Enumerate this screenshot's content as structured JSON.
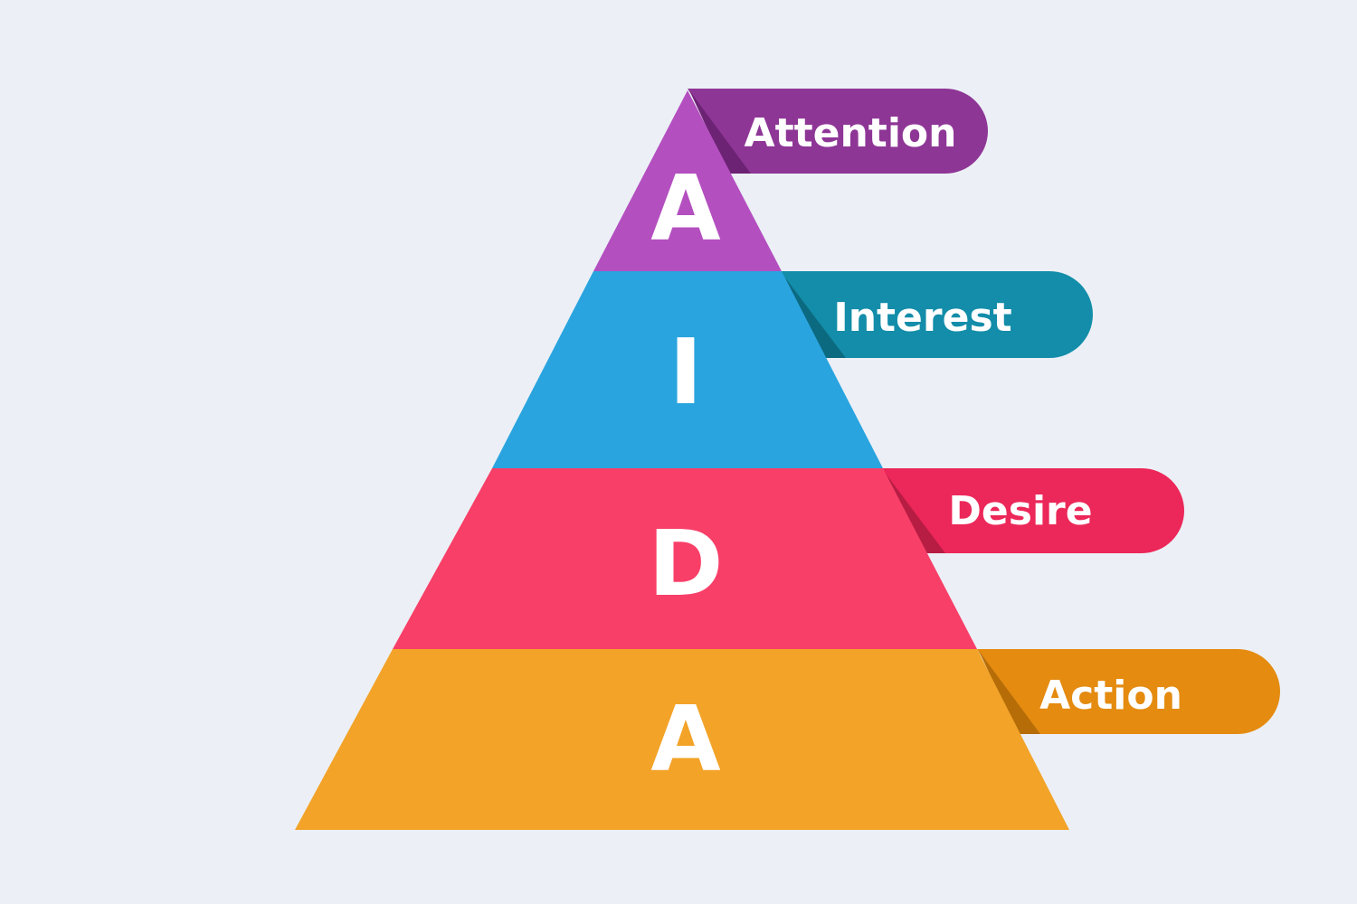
{
  "levels": [
    {
      "letter": "A",
      "label": "Attention",
      "color": "#b44fc0",
      "tag_color": "#8e3696",
      "fold_color": "#6d2374"
    },
    {
      "letter": "I",
      "label": "Interest",
      "color": "#2aa4df",
      "tag_color": "#138da9",
      "fold_color": "#0c6a80"
    },
    {
      "letter": "D",
      "label": "Desire",
      "color": "#f83f68",
      "tag_color": "#ec2759",
      "fold_color": "#b71d43"
    },
    {
      "letter": "A",
      "label": "Action",
      "color": "#f2a328",
      "tag_color": "#e48b10",
      "fold_color": "#b66d08"
    }
  ]
}
